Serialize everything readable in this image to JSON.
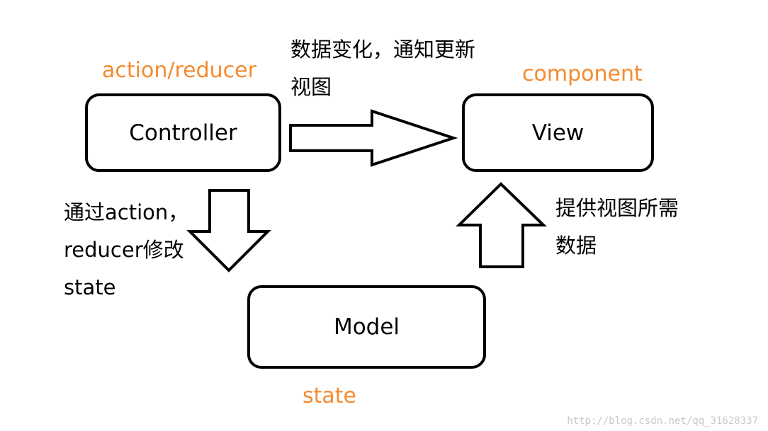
{
  "nodes": {
    "controller": {
      "label": "Controller",
      "role": "action/reducer"
    },
    "view": {
      "label": "View",
      "role": "component"
    },
    "model": {
      "label": "Model",
      "role": "state"
    }
  },
  "edges": {
    "controller_to_view": {
      "from": "Controller",
      "to": "View",
      "lines": [
        "数据变化，通知更新",
        "视图"
      ]
    },
    "controller_to_model": {
      "from": "Controller",
      "to": "Model",
      "lines": [
        "通过action，",
        "reducer修改",
        "state"
      ]
    },
    "model_to_view": {
      "from": "Model",
      "to": "View",
      "lines": [
        "提供视图所需",
        "数据"
      ]
    }
  },
  "watermark": "http://blog.csdn.net/qq_31628337",
  "colors": {
    "role_label": "#f58a2f",
    "outline": "#000000",
    "background": "#ffffff"
  }
}
